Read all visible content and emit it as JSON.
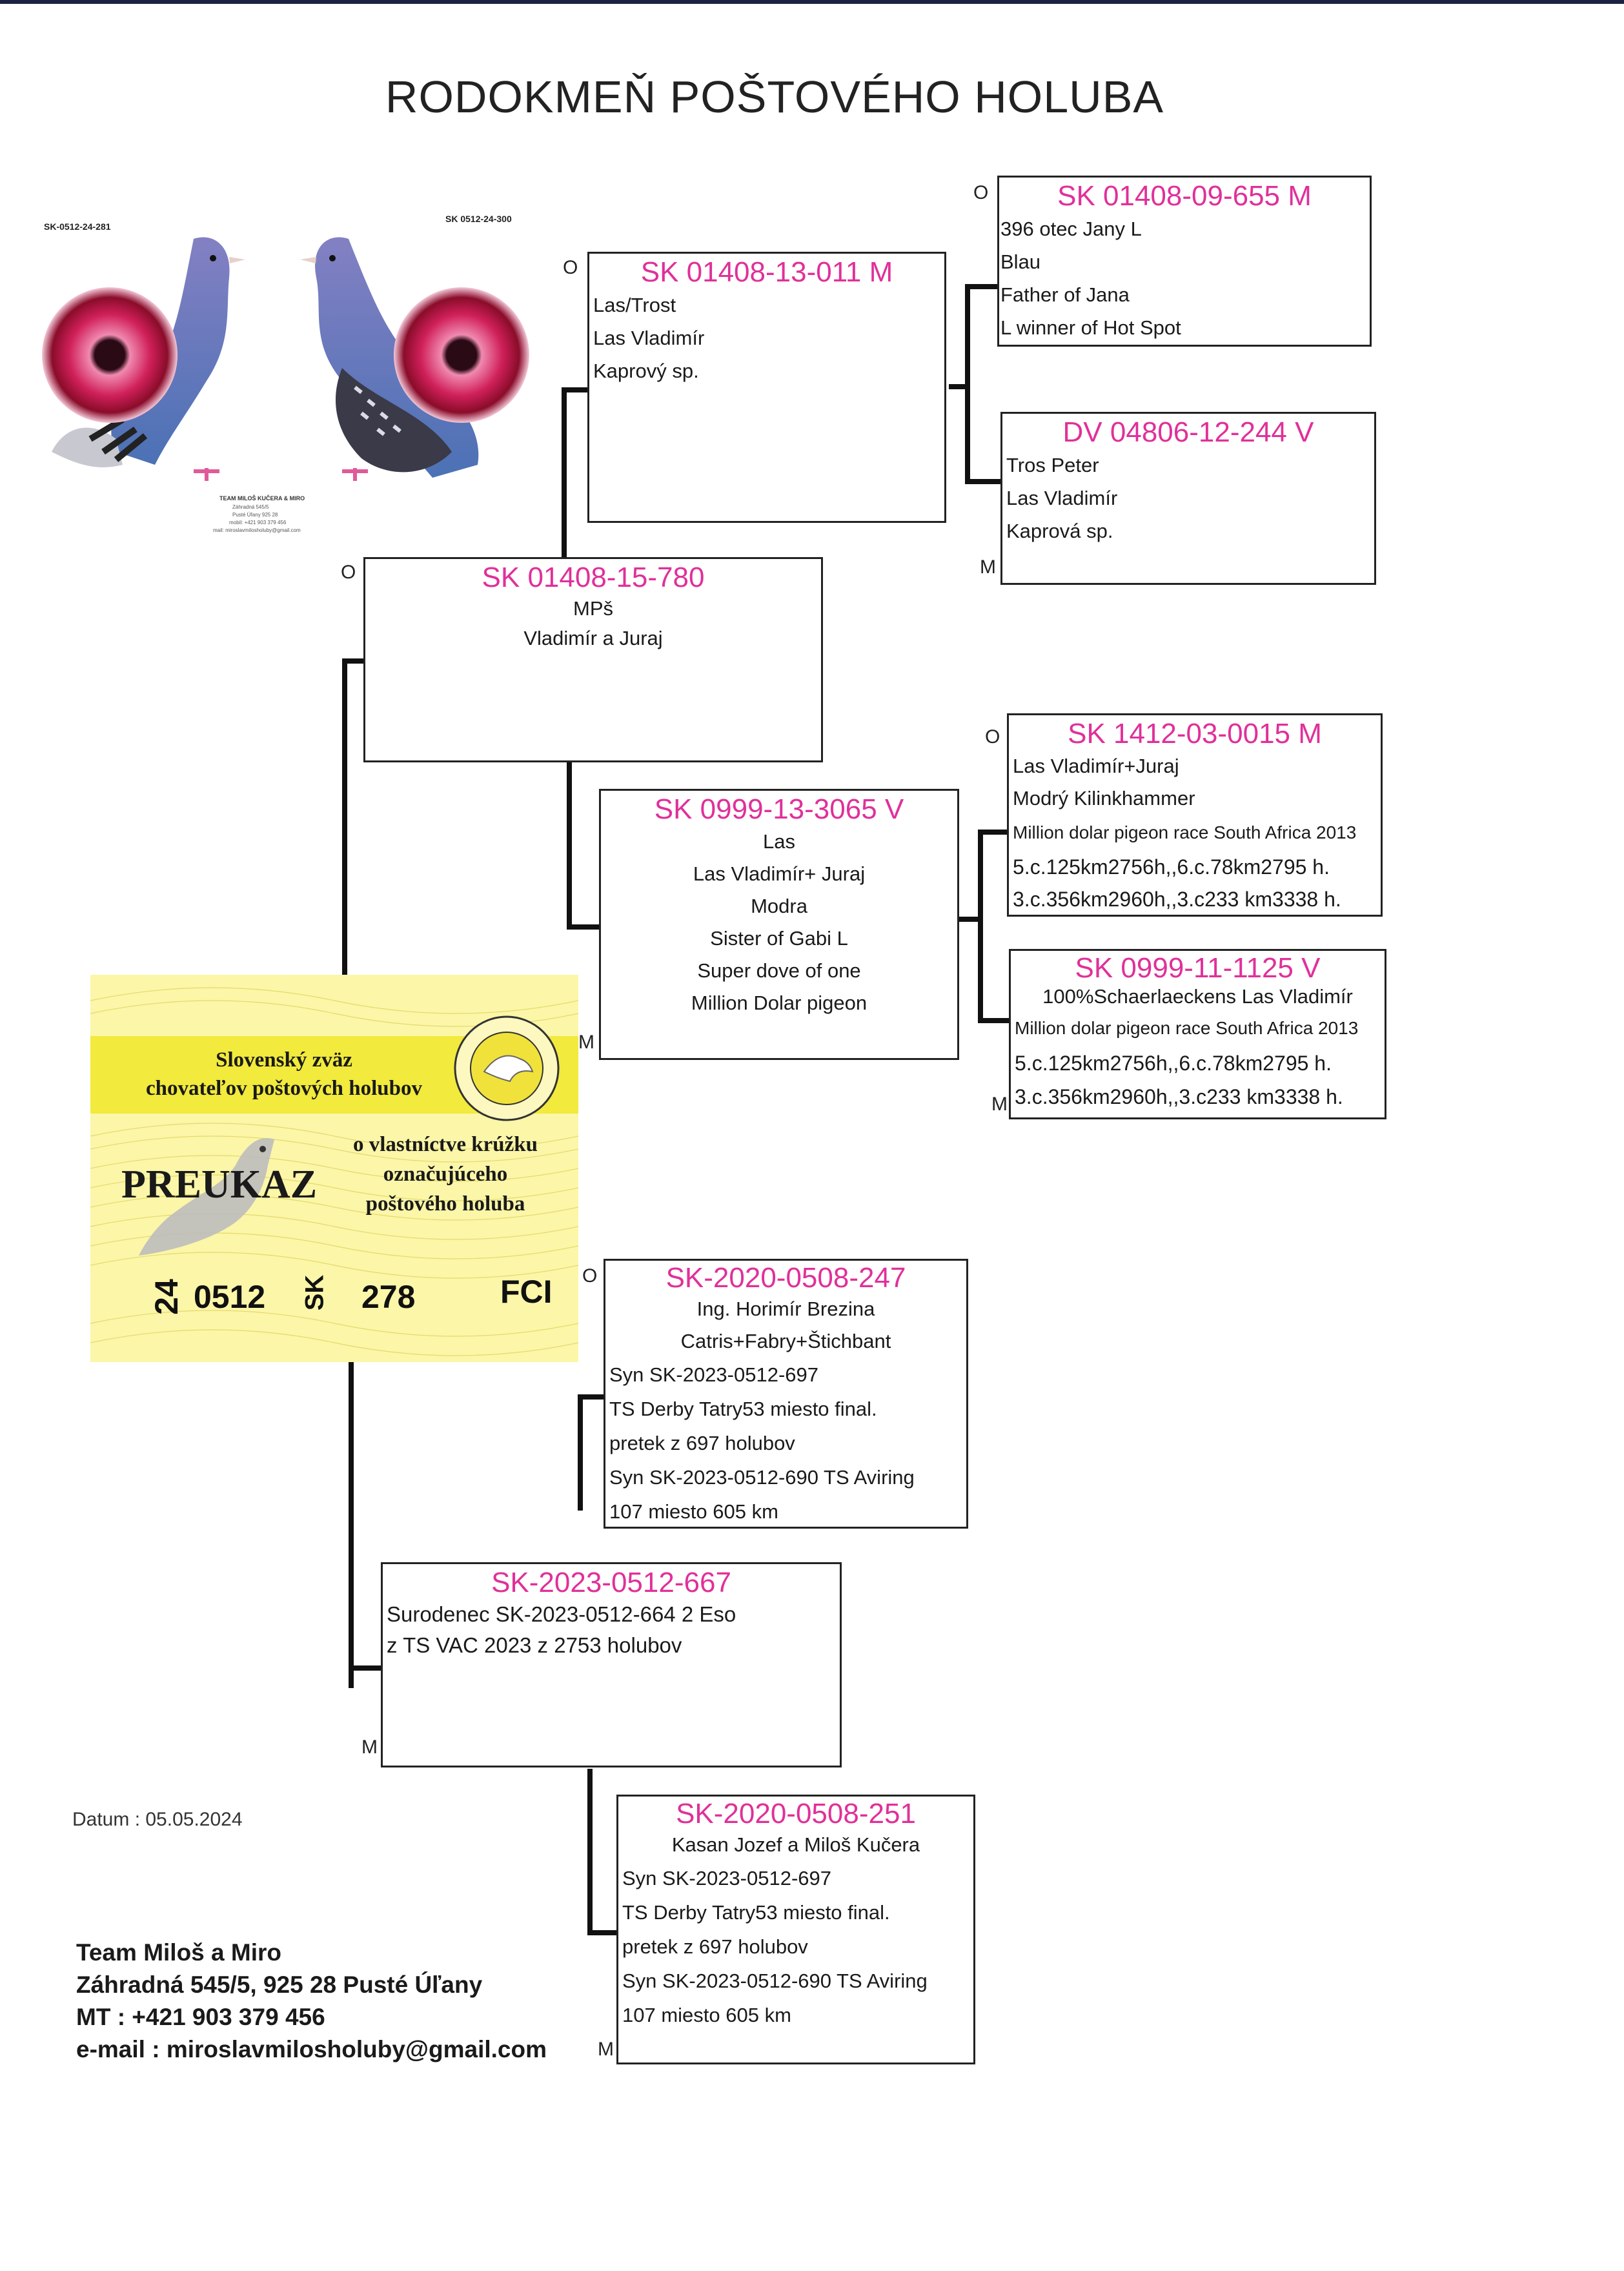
{
  "title": "RODOKMEŇ POŠTOVÉHO HOLUBA",
  "photo": {
    "ring_left": "SK-0512-24-281",
    "ring_right": "SK 0512-24-300",
    "caption": [
      "TEAM MILOŠ KUČERA & MIRO",
      "Záhradná 545/5",
      "Pusté Úľany 925 28",
      "mobil: +421 903 379 456",
      "mail: miroslavmilosholuby@gmail.com"
    ]
  },
  "certificate": {
    "org_line1": "Slovenský zväz",
    "org_line2": "chovateľov poštových holubov",
    "heading": "PREUKAZ",
    "sub_line1": "o vlastníctve krúžku",
    "sub_line2": "označujúceho",
    "sub_line3": "poštového holuba",
    "year": "24",
    "club": "0512",
    "country": "SK",
    "number": "278",
    "fed": "FCI"
  },
  "father": {
    "marker": "O",
    "ring": "SK 01408-15-780",
    "lines": [
      "MPš",
      "Vladimír a Juraj"
    ]
  },
  "mother": {
    "marker": "M",
    "ring": "SK-2023-0512-667",
    "lines": [
      "Surodenec SK-2023-0512-664  2 Eso",
      "z TS VAC 2023  z 2753 holubov"
    ]
  },
  "ff": {
    "marker": "O",
    "ring": "SK  01408-13-011  M",
    "lines": [
      "Las/Trost",
      "Las Vladimír",
      "Kaprový sp."
    ]
  },
  "fm": {
    "marker": "M",
    "ring": "SK  0999-13-3065  V",
    "lines": [
      "Las",
      "Las Vladimír+ Juraj",
      "Modra",
      "Sister of Gabi L",
      "Super dove of one",
      "Million Dolar pigeon"
    ]
  },
  "mf": {
    "marker": "O",
    "ring": "SK-2020-0508-247",
    "lines": [
      "Ing. Horimír Brezina",
      "Catris+Fabry+Štichbant",
      "Syn SK-2023-0512-697",
      "TS Derby Tatry53 miesto final.",
      "pretek z 697 holubov",
      "Syn SK-2023-0512-690 TS Aviring",
      "107 miesto 605 km"
    ]
  },
  "mm": {
    "marker": "M",
    "ring": "SK-2020-0508-251",
    "lines": [
      "Kasan Jozef a Miloš Kučera",
      "Syn SK-2023-0512-697",
      "TS Derby Tatry53 miesto final.",
      "pretek z 697 holubov",
      "Syn SK-2023-0512-690 TS Aviring",
      "107 miesto 605 km"
    ]
  },
  "fff": {
    "marker": "O",
    "ring": "SK  01408-09-655  M",
    "lines": [
      "396 otec Jany L",
      "Blau",
      "Father of Jana",
      "L winner of Hot Spot"
    ]
  },
  "ffm": {
    "marker": "M",
    "ring": "DV  04806-12-244  V",
    "lines": [
      "Tros Peter",
      "Las Vladimír",
      "Kaprová sp."
    ]
  },
  "fmf": {
    "marker": "O",
    "ring": "SK  1412-03-0015  M",
    "lines": [
      "Las Vladimír+Juraj",
      "Modrý Kilinkhammer",
      "Million dolar pigeon race South Africa 2013",
      "5.c.125km2756h,,6.c.78km2795 h.",
      "3.c.356km2960h,,3.c233 km3338 h."
    ]
  },
  "fmm": {
    "marker": "M",
    "ring": "SK  0999-11-1125  V",
    "lines": [
      "100%Schaerlaeckens  Las Vladimír",
      "Million dolar pigeon race South Africa 2013",
      "5.c.125km2756h,,6.c.78km2795 h.",
      "3.c.356km2960h,,3.c233 km3338 h."
    ]
  },
  "datum": "Datum : 05.05.2024",
  "contact": {
    "team": "Team Miloš a Miro",
    "address": "Záhradná 545/5, 925 28 Pusté Úľany",
    "phone": "MT : +421 903 379 456",
    "email": "e-mail : miroslavmilosholuby@gmail.com"
  }
}
